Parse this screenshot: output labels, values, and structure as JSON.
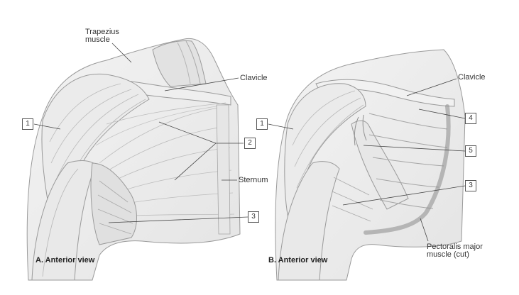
{
  "panels": [
    {
      "caption": "A. Anterior view",
      "labels": {
        "trapezius": "Trapezius\nmuscle",
        "clavicle": "Clavicle",
        "sternum": "Sternum",
        "box1": "1",
        "box2": "2",
        "box3": "3"
      }
    },
    {
      "caption": "B. Anterior view",
      "labels": {
        "clavicle": "Clavicle",
        "pectoralis": "Pectoralis major\nmuscle (cut)",
        "box1": "1",
        "box3": "3",
        "box4": "4",
        "box5": "5"
      }
    }
  ]
}
